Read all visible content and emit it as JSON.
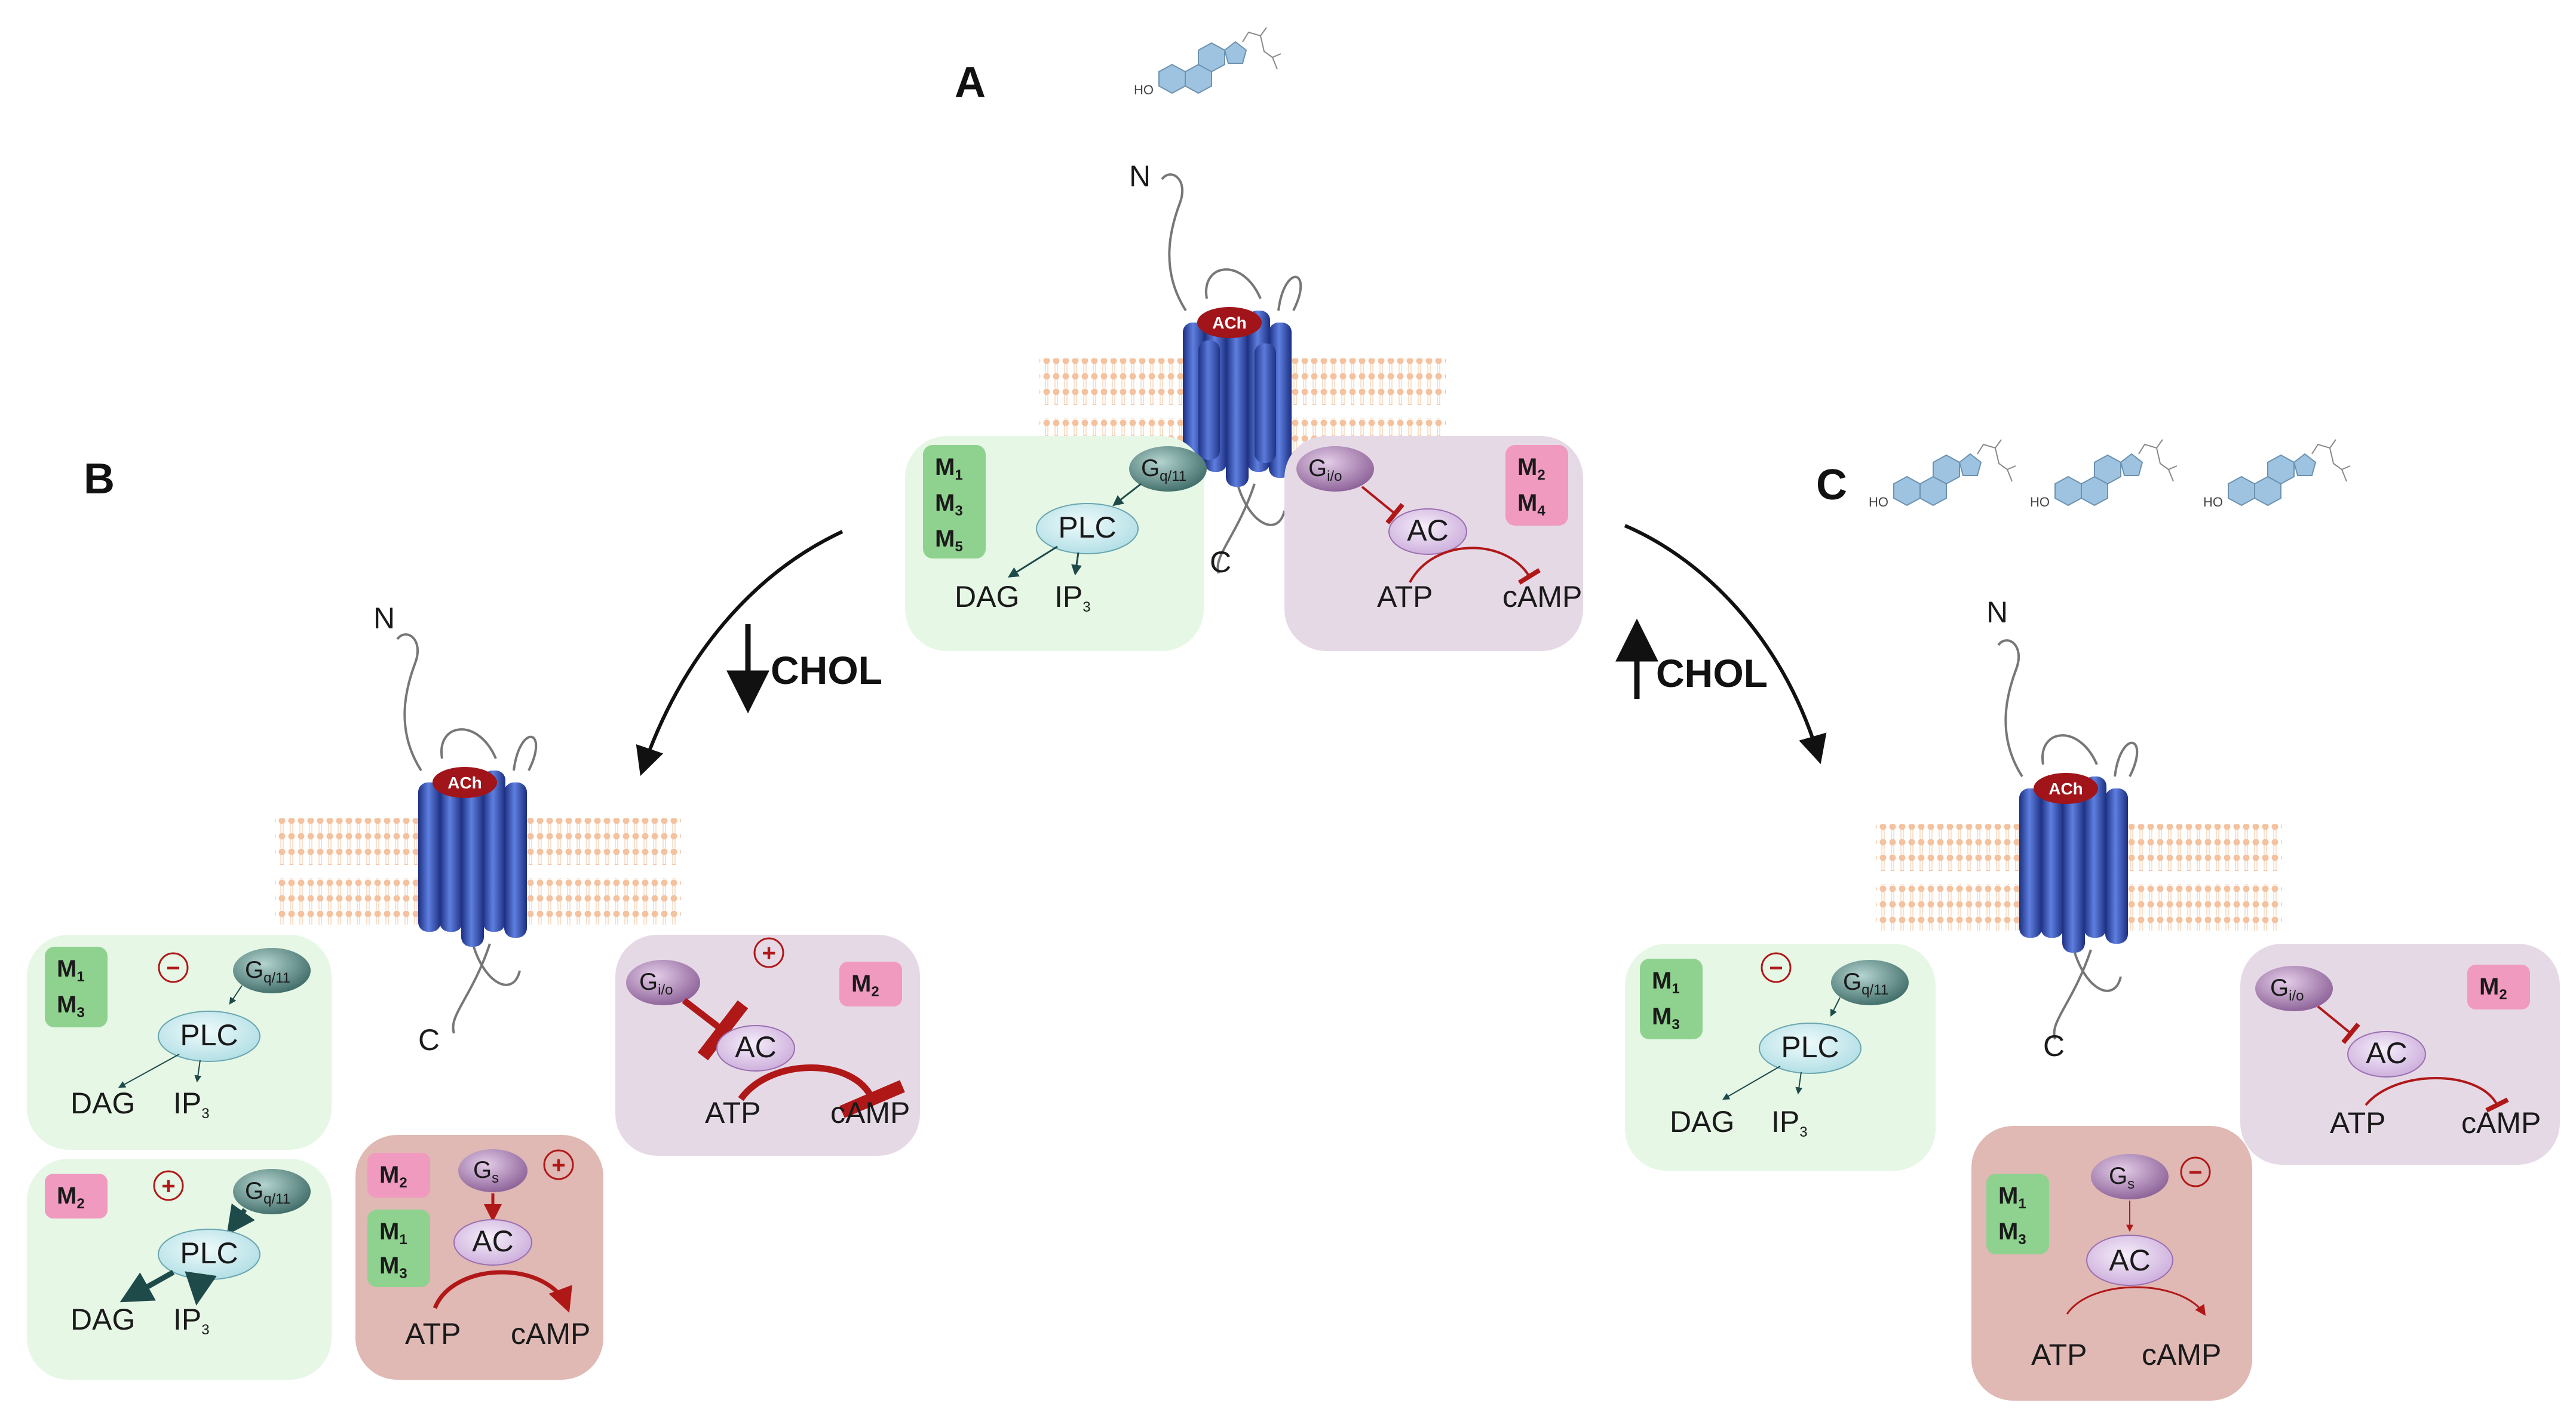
{
  "panels": {
    "A": "A",
    "B": "B",
    "C": "C"
  },
  "cholesterol": {
    "down": "CHOL",
    "up": "CHOL"
  },
  "receptor": {
    "ligand": "ACh",
    "n_terminus": "N",
    "c_terminus": "C"
  },
  "molecules": {
    "hydroxyl": "HO"
  },
  "badges": {
    "M": "M",
    "sub1": "1",
    "sub2": "2",
    "sub3": "3",
    "sub4": "4",
    "sub5": "5"
  },
  "proteins": {
    "gq_base": "G",
    "gq_sub": "q/11",
    "gi_base": "G",
    "gi_sub": "i/o",
    "gs_base": "G",
    "gs_sub": "s",
    "plc": "PLC",
    "ac": "AC"
  },
  "products": {
    "dag": "DAG",
    "ip3_base": "IP",
    "ip3_sub": "3",
    "atp": "ATP",
    "camp": "cAMP"
  },
  "signs": {
    "minus": "−",
    "plus": "+"
  },
  "colors": {
    "gq_panel": "#e6f7e6",
    "gio_panel": "#e6d9e6",
    "gs_panel": "#e0b8b4",
    "m_green_badge": "#8fd28f",
    "m_pink_badge": "#f09ac0",
    "receptor_blue": "#2c47b2",
    "ach_red": "#a0141a",
    "red_arrow": "#b01818",
    "dark_arrow": "#1f4a4a"
  }
}
